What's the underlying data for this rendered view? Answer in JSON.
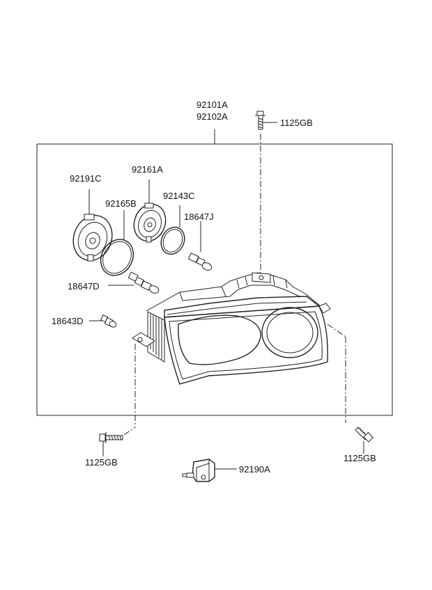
{
  "labels": {
    "assembly_a": "92101A",
    "assembly_b": "92102A",
    "bolt_top": "1125GB",
    "socket_left": "92191C",
    "socket_mid": "92161A",
    "gasket_left": "92165B",
    "gasket_mid": "92143C",
    "bulb_j": "18647J",
    "bulb_d": "18647D",
    "bulb_small": "18643D",
    "bolt_left": "1125GB",
    "bolt_right": "1125GB",
    "actuator": "92190A"
  }
}
